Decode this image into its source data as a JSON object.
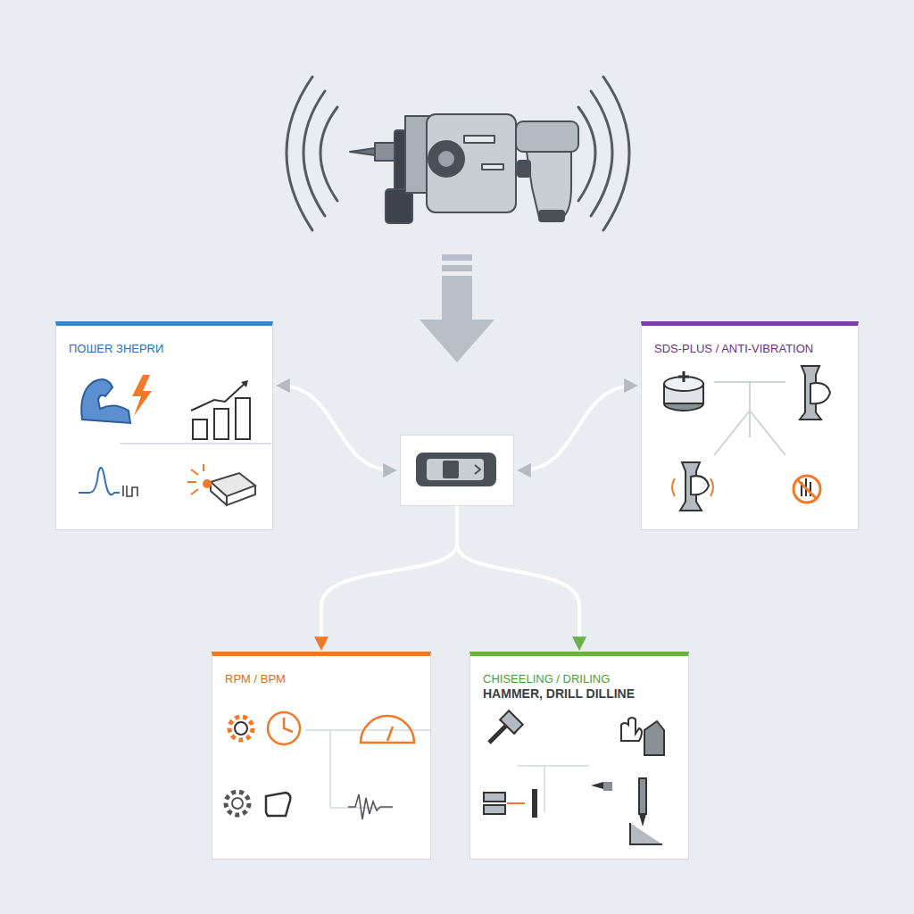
{
  "diagram": {
    "nodes": [
      {
        "text": [
          "ПОШЕR ЗНЕРRИ"
        ]
      },
      {
        "text": [
          "SDS-PLUS / ANTI-VIBRATION"
        ]
      },
      {
        "text": []
      },
      {
        "text": [
          "RPM / BPM"
        ]
      },
      {
        "text": [
          "CHISEELING / DRILING",
          "HAMMER, DRILL DILLINE"
        ]
      }
    ],
    "edges": [
      {
        "from": 2,
        "to": 0,
        "arrow": "both"
      },
      {
        "from": 2,
        "to": 1,
        "arrow": "both"
      },
      {
        "from": 2,
        "to": 3,
        "arrow": "to"
      },
      {
        "from": 2,
        "to": 4,
        "arrow": "to"
      }
    ]
  }
}
